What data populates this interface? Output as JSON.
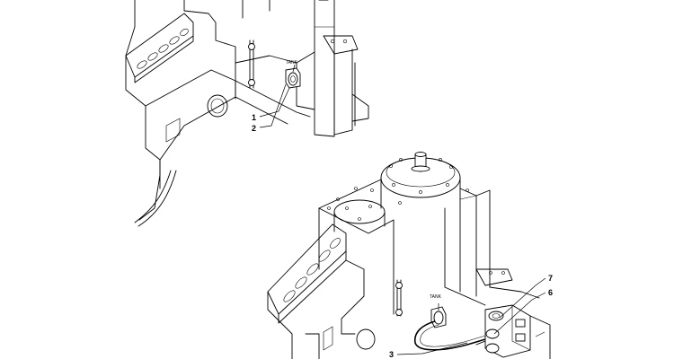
{
  "labels": {
    "tank_upper": "TANK",
    "tank_lower": "TANK"
  },
  "callouts": {
    "c1": "1",
    "c2": "2",
    "c3": "3",
    "c6": "6",
    "c7": "7"
  }
}
